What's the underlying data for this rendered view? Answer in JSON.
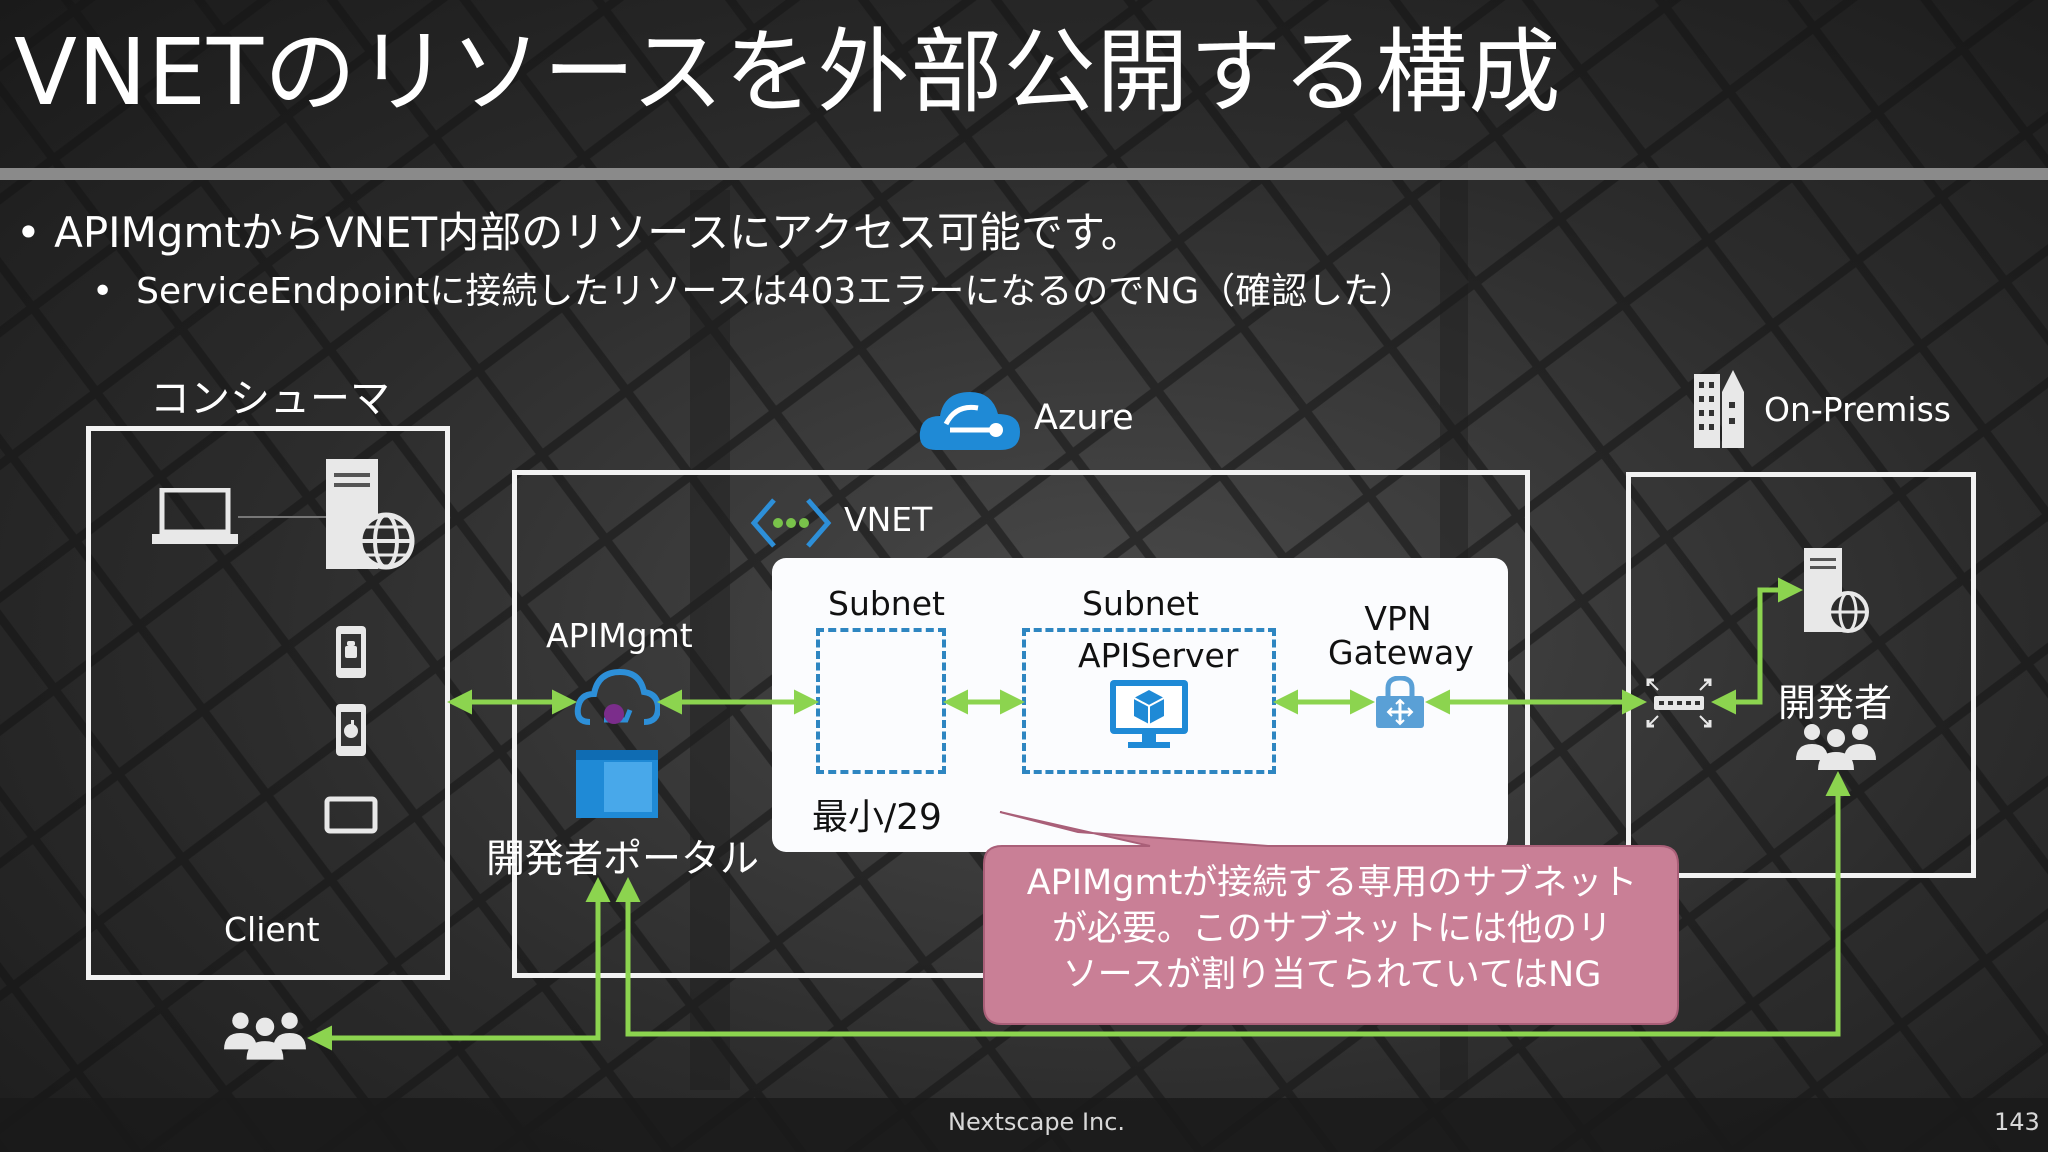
{
  "title": "VNETのリソースを外部公開する構成",
  "bullets": {
    "level1": "APIMgmtからVNET内部のリソースにアクセス可能です。",
    "level2": "ServiceEndpointに接続したリソースは403エラーになるのでNG（確認した）"
  },
  "consumer": {
    "heading": "コンシューマ",
    "client_label": "Client"
  },
  "azure": {
    "label": "Azure",
    "vnet_label": "VNET"
  },
  "apim": {
    "label": "APIMgmt",
    "portal_label": "開発者ポータル"
  },
  "subnets": {
    "subnet1_label": "Subnet",
    "subnet1_min": "最小/29",
    "subnet2_label": "Subnet",
    "apiserver_label": "APIServer"
  },
  "vpn": {
    "line1": "VPN",
    "line2": "Gateway"
  },
  "onprem": {
    "label": "On-Premiss",
    "developer_label": "開発者"
  },
  "callout": {
    "lines": [
      "APIMgmtが接続する専用のサブネット",
      "が必要。このサブネットには他のリ",
      "ソースが割り当てられていてはNG"
    ]
  },
  "footer": {
    "company": "Nextscape Inc.",
    "page_number": "143"
  },
  "colors": {
    "arrow": "#8cd44f",
    "dashed": "#2e86c1",
    "callout_fill": "#c97f96",
    "azure_blue": "#1f8ad6"
  },
  "icons": [
    "laptop-icon",
    "server-globe-icon",
    "android-phone-icon",
    "apple-phone-icon",
    "tablet-icon",
    "azure-cloud-icon",
    "vnet-icon",
    "apim-cloud-icon",
    "portal-window-icon",
    "api-server-monitor-icon",
    "vpn-gateway-icon",
    "buildings-icon",
    "router-icon",
    "onprem-server-icon",
    "developers-group-icon",
    "users-group-icon"
  ]
}
